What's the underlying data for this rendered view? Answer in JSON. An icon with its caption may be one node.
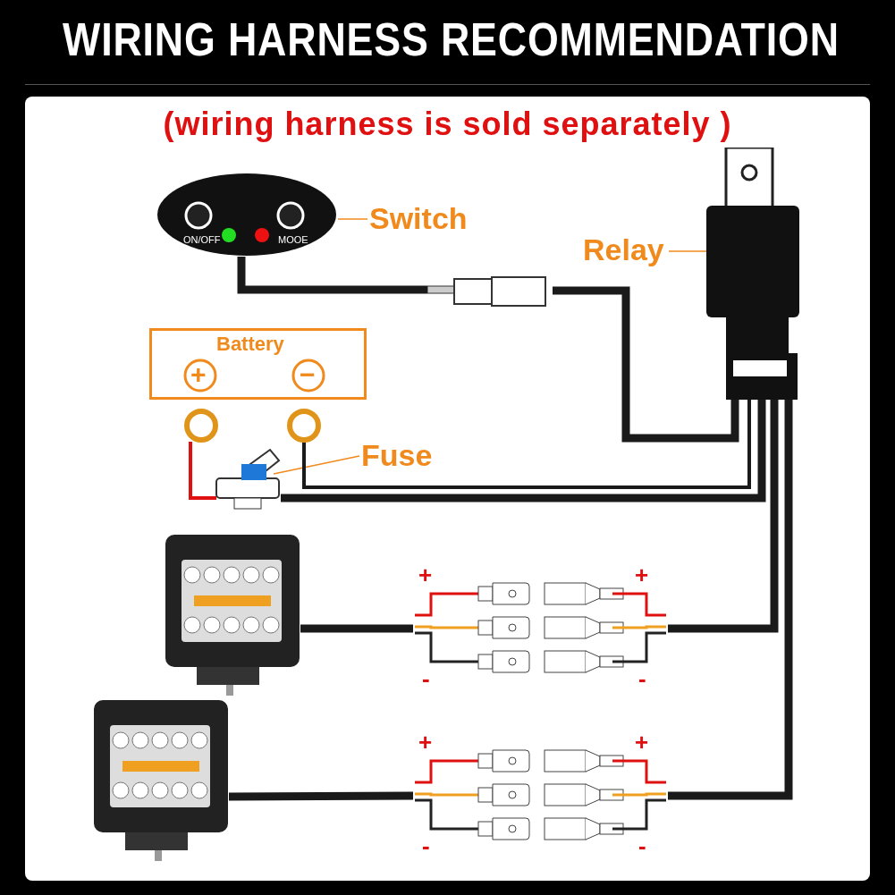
{
  "diagram": {
    "title": "WIRING HARNESS RECOMMENDATION",
    "nodes": [
      {
        "text": [
          "ON/OFF",
          "MOOE"
        ]
      },
      {
        "text": [
          "Switch"
        ]
      },
      {
        "text": [],
        "shape": "picture"
      },
      {
        "text": [
          "Relay"
        ]
      },
      {
        "text": [
          "Battery",
          "+",
          "−"
        ]
      },
      {
        "text": [],
        "shape": "picture"
      },
      {
        "text": [
          "Fuse"
        ]
      },
      {
        "text": [],
        "shape": "circle"
      },
      {
        "text": [],
        "shape": "circle"
      },
      {
        "text": [],
        "shape": "picture"
      },
      {
        "text": [],
        "shape": "picture"
      },
      {
        "text": [],
        "shape": "picture"
      },
      {
        "text": [
          "+",
          "-"
        ]
      },
      {
        "text": [
          "+",
          "-"
        ]
      },
      {
        "text": [
          "+",
          "-"
        ]
      },
      {
        "text": [
          "+",
          "-"
        ]
      }
    ],
    "edges": [
      {
        "from": 1,
        "to": 0,
        "arrow": "none",
        "color": "#f08a1d"
      },
      {
        "from": 3,
        "to": 2,
        "arrow": "none",
        "color": "#f08a1d"
      },
      {
        "from": 6,
        "to": 5,
        "arrow": "none",
        "color": "#f08a1d"
      },
      {
        "from": 0,
        "to": 9,
        "arrow": "none"
      },
      {
        "from": 9,
        "to": 2,
        "arrow": "none"
      },
      {
        "from": 7,
        "to": 5,
        "arrow": "none",
        "color": "#e01010"
      },
      {
        "from": 5,
        "to": 2,
        "arrow": "none"
      },
      {
        "from": 8,
        "to": 2,
        "arrow": "none"
      },
      {
        "from": 10,
        "to": 12,
        "arrow": "none"
      },
      {
        "from": 13,
        "to": 2,
        "arrow": "none"
      },
      {
        "from": 11,
        "to": 14,
        "arrow": "none"
      },
      {
        "from": 15,
        "to": 2,
        "arrow": "none"
      }
    ],
    "labels": [
      "(wiring harness is sold separately )"
    ]
  }
}
